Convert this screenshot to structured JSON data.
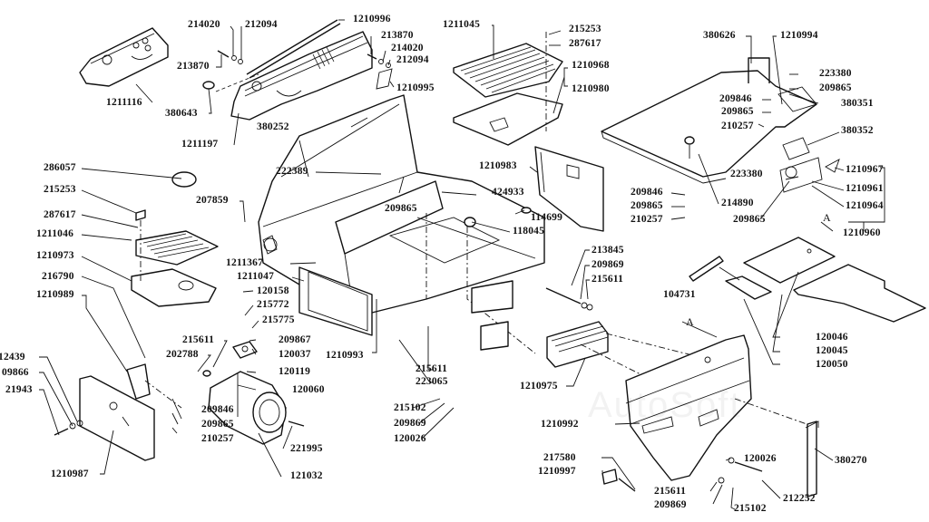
{
  "diagram": {
    "type": "exploded parts diagram",
    "watermark": "AutoSoft",
    "view_markers": [
      {
        "id": "view-marker-a-top",
        "text": "A"
      },
      {
        "id": "view-marker-a-middle",
        "text": "A"
      }
    ],
    "part_labels": [
      {
        "id": "p1211116",
        "text": "1211116"
      },
      {
        "id": "p214020a",
        "text": "214020"
      },
      {
        "id": "p212094a",
        "text": "212094"
      },
      {
        "id": "p213870a",
        "text": "213870"
      },
      {
        "id": "p380643",
        "text": "380643"
      },
      {
        "id": "p1211197",
        "text": "1211197"
      },
      {
        "id": "p1210996",
        "text": "1210996"
      },
      {
        "id": "p213870b",
        "text": "213870"
      },
      {
        "id": "p214020b",
        "text": "214020"
      },
      {
        "id": "p212094b",
        "text": "212094"
      },
      {
        "id": "p1210995",
        "text": "1210995"
      },
      {
        "id": "p380252",
        "text": "380252"
      },
      {
        "id": "p1211045",
        "text": "1211045"
      },
      {
        "id": "p215253a",
        "text": "215253"
      },
      {
        "id": "p287617a",
        "text": "287617"
      },
      {
        "id": "p1210968",
        "text": "1210968"
      },
      {
        "id": "p1210980",
        "text": "1210980"
      },
      {
        "id": "p380626",
        "text": "380626"
      },
      {
        "id": "p1210994",
        "text": "1210994"
      },
      {
        "id": "p223380a",
        "text": "223380"
      },
      {
        "id": "p209865a",
        "text": "209865"
      },
      {
        "id": "p209846a",
        "text": "209846"
      },
      {
        "id": "p380351",
        "text": "380351"
      },
      {
        "id": "p209865b",
        "text": "209865"
      },
      {
        "id": "p210257a",
        "text": "210257"
      },
      {
        "id": "p380352",
        "text": "380352"
      },
      {
        "id": "p286057",
        "text": "286057"
      },
      {
        "id": "p222389",
        "text": "222389"
      },
      {
        "id": "p1210983",
        "text": "1210983"
      },
      {
        "id": "p1210967",
        "text": "1210967"
      },
      {
        "id": "p223380b",
        "text": "223380"
      },
      {
        "id": "p1210961",
        "text": "1210961"
      },
      {
        "id": "p215253b",
        "text": "215253"
      },
      {
        "id": "p207859",
        "text": "207859"
      },
      {
        "id": "p424933",
        "text": "424933"
      },
      {
        "id": "p209846b",
        "text": "209846"
      },
      {
        "id": "p214890",
        "text": "214890"
      },
      {
        "id": "p209865c",
        "text": "209865"
      },
      {
        "id": "p114699",
        "text": "114699"
      },
      {
        "id": "p209865d",
        "text": "209865"
      },
      {
        "id": "p1210964",
        "text": "1210964"
      },
      {
        "id": "p287617b",
        "text": "287617"
      },
      {
        "id": "p210257b",
        "text": "210257"
      },
      {
        "id": "p209865e",
        "text": "209865"
      },
      {
        "id": "p1210960",
        "text": "1210960"
      },
      {
        "id": "p1211046",
        "text": "1211046"
      },
      {
        "id": "p118045",
        "text": "118045"
      },
      {
        "id": "p1210973",
        "text": "1210973"
      },
      {
        "id": "p213845",
        "text": "213845"
      },
      {
        "id": "p209869a",
        "text": "209869"
      },
      {
        "id": "p215611a",
        "text": "215611"
      },
      {
        "id": "p216790",
        "text": "216790"
      },
      {
        "id": "p1211367",
        "text": "1211367"
      },
      {
        "id": "p1211047",
        "text": "1211047"
      },
      {
        "id": "p1210989",
        "text": "1210989"
      },
      {
        "id": "p120158",
        "text": "120158"
      },
      {
        "id": "p215772",
        "text": "215772"
      },
      {
        "id": "p104731",
        "text": "104731"
      },
      {
        "id": "p120046",
        "text": "120046"
      },
      {
        "id": "p215775",
        "text": "215775"
      },
      {
        "id": "p120045",
        "text": "120045"
      },
      {
        "id": "p120050",
        "text": "120050"
      },
      {
        "id": "p215611b",
        "text": "215611"
      },
      {
        "id": "p209867",
        "text": "209867"
      },
      {
        "id": "p202788",
        "text": "202788"
      },
      {
        "id": "p120037",
        "text": "120037"
      },
      {
        "id": "p1210993",
        "text": "1210993"
      },
      {
        "id": "p12439",
        "text": "12439"
      },
      {
        "id": "p120119",
        "text": "120119"
      },
      {
        "id": "p215611c",
        "text": "215611"
      },
      {
        "id": "p09866",
        "text": "09866"
      },
      {
        "id": "p223065",
        "text": "223065"
      },
      {
        "id": "p1210975",
        "text": "1210975"
      },
      {
        "id": "p21943",
        "text": "21943"
      },
      {
        "id": "p120060",
        "text": "120060"
      },
      {
        "id": "p215102a",
        "text": "215102"
      },
      {
        "id": "p209869b",
        "text": "209869"
      },
      {
        "id": "p1210992",
        "text": "1210992"
      },
      {
        "id": "p209846c",
        "text": "209846"
      },
      {
        "id": "p120026a",
        "text": "120026"
      },
      {
        "id": "p209865f",
        "text": "209865"
      },
      {
        "id": "p221995",
        "text": "221995"
      },
      {
        "id": "p210257c",
        "text": "210257"
      },
      {
        "id": "p217580",
        "text": "217580"
      },
      {
        "id": "p120026b",
        "text": "120026"
      },
      {
        "id": "p380270",
        "text": "380270"
      },
      {
        "id": "p1210987",
        "text": "1210987"
      },
      {
        "id": "p121032",
        "text": "121032"
      },
      {
        "id": "p1210997",
        "text": "1210997"
      },
      {
        "id": "p215611d",
        "text": "215611"
      },
      {
        "id": "p212252",
        "text": "212252"
      },
      {
        "id": "p209869c",
        "text": "209869"
      },
      {
        "id": "p215102b",
        "text": "215102"
      }
    ]
  }
}
